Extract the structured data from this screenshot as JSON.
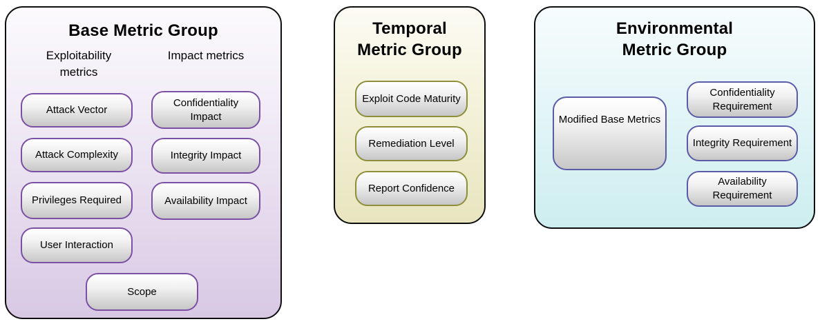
{
  "groups": {
    "base": {
      "title": "Base Metric Group",
      "exploitability_header": "Exploitability metrics",
      "impact_header": "Impact metrics",
      "exploitability_metrics": [
        "Attack Vector",
        "Attack Complexity",
        "Privileges Required",
        "User Interaction"
      ],
      "impact_metrics": [
        "Confidentiality Impact",
        "Integrity Impact",
        "Availability Impact"
      ],
      "scope_metric": "Scope",
      "colors": {
        "background_top": "#fcfafd",
        "background_bottom": "#d8c8e4",
        "metric_border": "#7b4fa3"
      }
    },
    "temporal": {
      "title": "Temporal Metric Group",
      "metrics": [
        "Exploit Code Maturity",
        "Remediation Level",
        "Report Confidence"
      ],
      "colors": {
        "background_top": "#fcfbf4",
        "background_bottom": "#e8e5bf",
        "metric_border": "#8e8e3a"
      }
    },
    "environmental": {
      "title": "Environmental Metric Group",
      "modified_metric": "Modified Base Metrics",
      "metrics": [
        "Confidentiality Requirement",
        "Integrity Requirement",
        "Availability Requirement"
      ],
      "colors": {
        "background_top": "#f7fcfd",
        "background_bottom": "#cdeef0",
        "metric_border": "#5b5aa7"
      }
    }
  },
  "metric_pill_colors": {
    "fill_top": "#ffffff",
    "fill_bottom": "#c7c7c7",
    "text": "#000000"
  },
  "group_outline_color": "#0d0d0d"
}
